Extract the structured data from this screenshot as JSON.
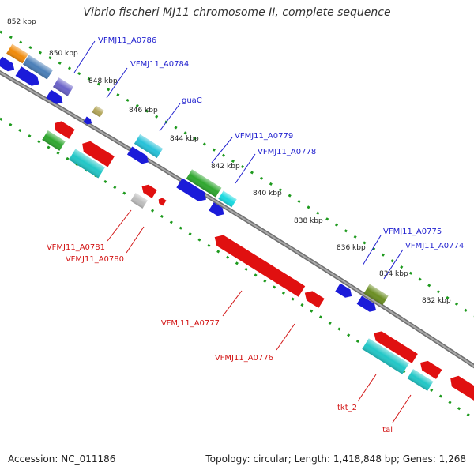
{
  "header": {
    "title": "Vibrio fischeri MJ11 chromosome II, complete sequence"
  },
  "footer": {
    "accession": "Accession: NC_011186",
    "stats": "Topology: circular; Length: 1,418,848 bp; Genes: 1,268"
  },
  "colors": {
    "backbone": "#7b7b7b",
    "ticks": "#1e9a1e",
    "forward_label": "#1f1fcf",
    "reverse_label": "#d21414"
  },
  "tick_labels": [
    "852 kbp",
    "850 kbp",
    "848 kbp",
    "846 kbp",
    "844 kbp",
    "842 kbp",
    "840 kbp",
    "838 kbp",
    "836 kbp",
    "834 kbp",
    "832 kbp"
  ],
  "gene_labels": {
    "forward": [
      "VFMJ11_A0786",
      "VFMJ11_A0784",
      "guaC",
      "VFMJ11_A0779",
      "VFMJ11_A0778",
      "VFMJ11_A0775",
      "VFMJ11_A0774"
    ],
    "reverse": [
      "VFMJ11_A0781",
      "VFMJ11_A0780",
      "VFMJ11_A0777",
      "VFMJ11_A0776",
      "tkt_2",
      "tal"
    ]
  }
}
